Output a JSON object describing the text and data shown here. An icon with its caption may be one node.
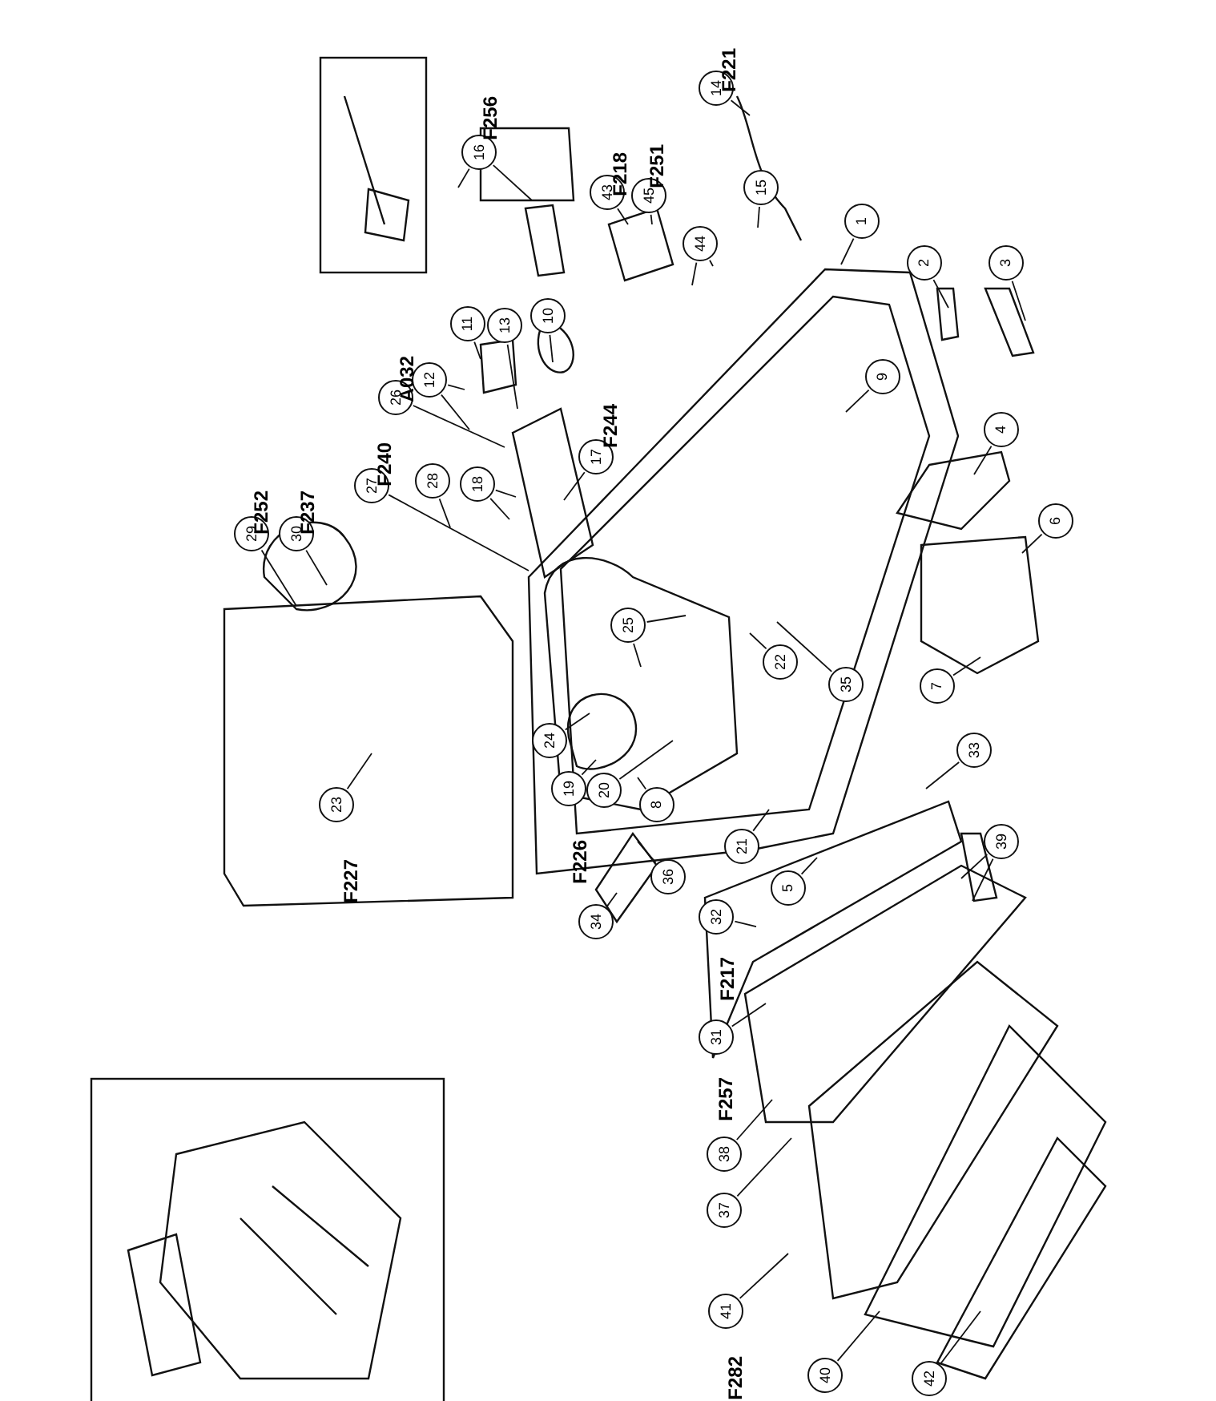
{
  "diagram": {
    "nodes": [
      {
        "text": [
          "1"
        ]
      },
      {
        "text": [
          "2"
        ]
      },
      {
        "text": [
          "3"
        ]
      },
      {
        "text": [
          "4"
        ]
      },
      {
        "text": [
          "5"
        ]
      },
      {
        "text": [
          "6"
        ]
      },
      {
        "text": [
          "7"
        ]
      },
      {
        "text": [
          "8"
        ]
      },
      {
        "text": [
          "9"
        ]
      },
      {
        "text": [
          "10"
        ]
      },
      {
        "text": [
          "11"
        ]
      },
      {
        "text": [
          "12"
        ]
      },
      {
        "text": [
          "13"
        ]
      },
      {
        "text": [
          "14"
        ],
        "beside": [
          "F221"
        ]
      },
      {
        "text": [
          "15"
        ]
      },
      {
        "text": [
          "16"
        ],
        "beside": [
          "F256"
        ]
      },
      {
        "text": [
          "17"
        ],
        "beside": [
          "F244"
        ]
      },
      {
        "text": [
          "18"
        ]
      },
      {
        "text": [
          "19"
        ],
        "beside": [
          "F226"
        ]
      },
      {
        "text": [
          "20"
        ]
      },
      {
        "text": [
          "21"
        ]
      },
      {
        "text": [
          "22"
        ]
      },
      {
        "text": [
          "23"
        ],
        "beside": [
          "F227"
        ]
      },
      {
        "text": [
          "24"
        ]
      },
      {
        "text": [
          "25"
        ]
      },
      {
        "text": [
          "26"
        ],
        "beside": [
          "A032"
        ]
      },
      {
        "text": [
          "27"
        ],
        "beside": [
          "F240"
        ]
      },
      {
        "text": [
          "28"
        ]
      },
      {
        "text": [
          "29"
        ],
        "beside": [
          "F252"
        ]
      },
      {
        "text": [
          "30"
        ],
        "beside": [
          "F237"
        ]
      },
      {
        "text": [
          "31"
        ],
        "beside": [
          "F257"
        ]
      },
      {
        "text": [
          "32"
        ],
        "beside": [
          "F217"
        ]
      },
      {
        "text": [
          "33"
        ]
      },
      {
        "text": [
          "34"
        ]
      },
      {
        "text": [
          "35"
        ]
      },
      {
        "text": [
          "36"
        ]
      },
      {
        "text": [
          "37"
        ]
      },
      {
        "text": [
          "38"
        ]
      },
      {
        "text": [
          "39"
        ]
      },
      {
        "text": [
          "40"
        ]
      },
      {
        "text": [
          "41"
        ],
        "beside": [
          "F282"
        ]
      },
      {
        "text": [
          "42"
        ]
      },
      {
        "text": [
          "43"
        ],
        "beside": [
          "F218"
        ]
      },
      {
        "text": [
          "44"
        ]
      },
      {
        "text": [
          "45"
        ],
        "beside": [
          "F251"
        ]
      }
    ],
    "edges": [
      {
        "from": 0,
        "to": null,
        "arrow": "none"
      },
      {
        "from": 1,
        "to": null,
        "arrow": "none"
      },
      {
        "from": 2,
        "to": null,
        "arrow": "none"
      },
      {
        "from": 3,
        "to": null,
        "arrow": "none"
      },
      {
        "from": 4,
        "to": null,
        "arrow": "none"
      },
      {
        "from": 5,
        "to": null,
        "arrow": "none"
      },
      {
        "from": 6,
        "to": null,
        "arrow": "none"
      },
      {
        "from": 7,
        "to": null,
        "arrow": "none"
      },
      {
        "from": 8,
        "to": null,
        "arrow": "none"
      },
      {
        "from": 9,
        "to": null,
        "arrow": "none"
      },
      {
        "from": 10,
        "to": null,
        "arrow": "none"
      },
      {
        "from": 11,
        "to": null,
        "arrow": "none"
      },
      {
        "from": 11,
        "to": null,
        "arrow": "none"
      },
      {
        "from": 12,
        "to": null,
        "arrow": "none"
      },
      {
        "from": 13,
        "to": null,
        "arrow": "none"
      },
      {
        "from": 14,
        "to": null,
        "arrow": "none"
      },
      {
        "from": 15,
        "to": null,
        "arrow": "none"
      },
      {
        "from": 15,
        "to": null,
        "arrow": "none"
      },
      {
        "from": 16,
        "to": null,
        "arrow": "none"
      },
      {
        "from": 17,
        "to": null,
        "arrow": "none"
      },
      {
        "from": 17,
        "to": null,
        "arrow": "none"
      },
      {
        "from": 18,
        "to": null,
        "arrow": "none"
      },
      {
        "from": 19,
        "to": null,
        "arrow": "none"
      },
      {
        "from": 20,
        "to": null,
        "arrow": "none"
      },
      {
        "from": 21,
        "to": null,
        "arrow": "none"
      },
      {
        "from": 22,
        "to": null,
        "arrow": "none"
      },
      {
        "from": 23,
        "to": null,
        "arrow": "none"
      },
      {
        "from": 24,
        "to": null,
        "arrow": "none"
      },
      {
        "from": 24,
        "to": null,
        "arrow": "none"
      },
      {
        "from": 25,
        "to": null,
        "arrow": "none"
      },
      {
        "from": 26,
        "to": null,
        "arrow": "none"
      },
      {
        "from": 27,
        "to": null,
        "arrow": "none"
      },
      {
        "from": 28,
        "to": null,
        "arrow": "none"
      },
      {
        "from": 29,
        "to": null,
        "arrow": "none"
      },
      {
        "from": 30,
        "to": null,
        "arrow": "none"
      },
      {
        "from": 31,
        "to": null,
        "arrow": "none"
      },
      {
        "from": 32,
        "to": null,
        "arrow": "none"
      },
      {
        "from": 33,
        "to": null,
        "arrow": "none"
      },
      {
        "from": 34,
        "to": null,
        "arrow": "none"
      },
      {
        "from": 35,
        "to": null,
        "arrow": "none"
      },
      {
        "from": 36,
        "to": null,
        "arrow": "none"
      },
      {
        "from": 37,
        "to": null,
        "arrow": "none"
      },
      {
        "from": 38,
        "to": null,
        "arrow": "none"
      },
      {
        "from": 38,
        "to": null,
        "arrow": "none"
      },
      {
        "from": 39,
        "to": null,
        "arrow": "none"
      },
      {
        "from": 40,
        "to": null,
        "arrow": "none"
      },
      {
        "from": 41,
        "to": null,
        "arrow": "none"
      },
      {
        "from": 42,
        "to": null,
        "arrow": "none"
      },
      {
        "from": 43,
        "to": null,
        "arrow": "none"
      },
      {
        "from": 43,
        "to": null,
        "arrow": "none"
      },
      {
        "from": 44,
        "to": null,
        "arrow": "none"
      }
    ]
  }
}
